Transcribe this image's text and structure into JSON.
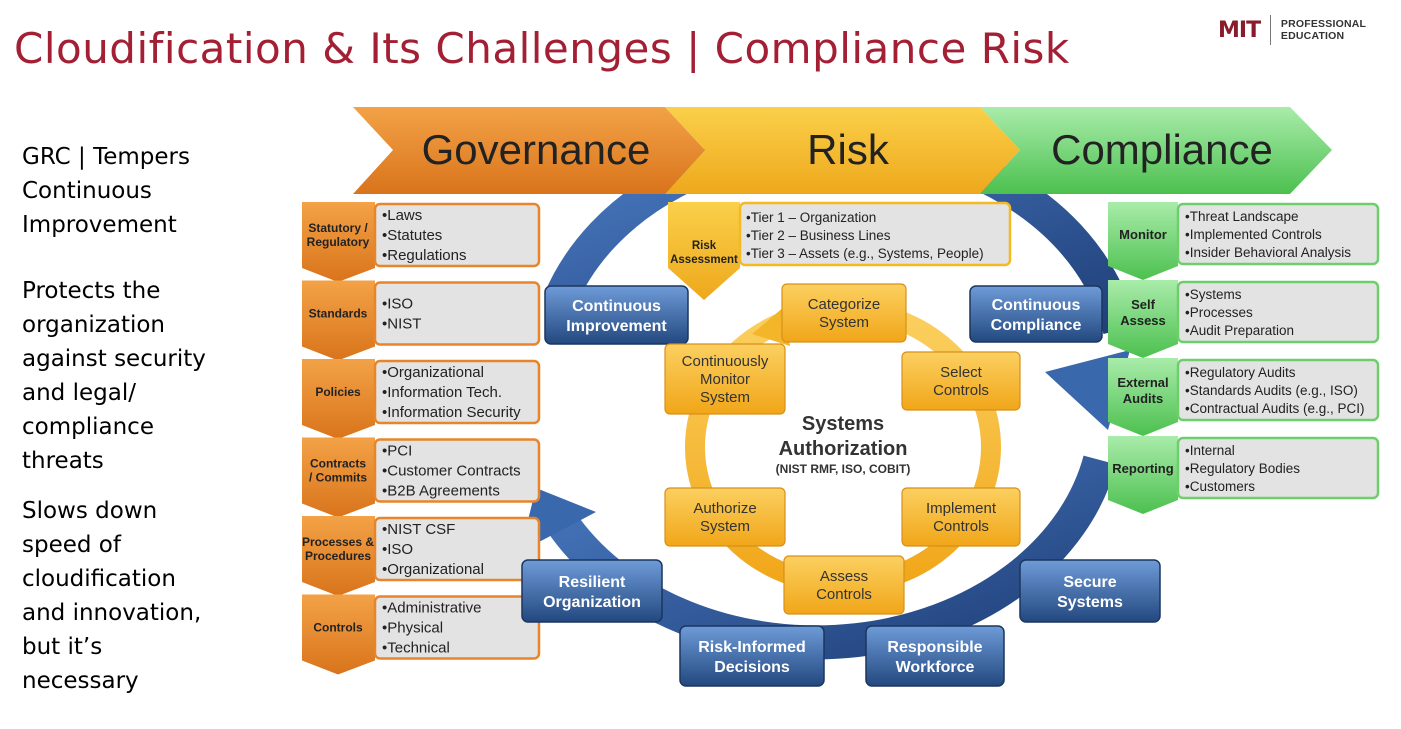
{
  "slide_title": "Cloudification & Its Challenges | Compliance Risk",
  "logo": {
    "mark": "MIT",
    "text": "PROFESSIONAL EDUCATION"
  },
  "sidebar": {
    "heading_lines": [
      "GRC | Tempers",
      "Continuous",
      "Improvement"
    ],
    "para1_lines": [
      "Protects the",
      "organization",
      "against security",
      "and legal/",
      "compliance",
      "threats"
    ],
    "para2_lines": [
      "Slows down",
      "speed of",
      "cloudification",
      "and innovation,",
      "but it’s",
      "necessary"
    ]
  },
  "banners": [
    "Governance",
    "Risk",
    "Compliance"
  ],
  "governance": [
    {
      "label": [
        "Statutory /",
        "Regulatory"
      ],
      "items": [
        "Laws",
        "Statutes",
        "Regulations"
      ]
    },
    {
      "label": [
        "Standards"
      ],
      "items": [
        "ISO",
        "NIST"
      ]
    },
    {
      "label": [
        "Policies"
      ],
      "items": [
        "Organizational",
        "Information Tech.",
        "Information Security"
      ]
    },
    {
      "label": [
        "Contracts",
        "/ Commits"
      ],
      "items": [
        "PCI",
        "Customer Contracts",
        "B2B Agreements"
      ]
    },
    {
      "label": [
        "Processes &",
        "Procedures"
      ],
      "items": [
        "NIST CSF",
        "ISO",
        "Organizational"
      ]
    },
    {
      "label": [
        "Controls"
      ],
      "items": [
        "Administrative",
        "Physical",
        "Technical"
      ]
    }
  ],
  "risk": {
    "label": [
      "Risk",
      "Assessment"
    ],
    "items": [
      "Tier 1 – Organization",
      "Tier 2 – Business Lines",
      "Tier 3 – Assets (e.g., Systems, People)"
    ]
  },
  "compliance": [
    {
      "label": [
        "Monitor"
      ],
      "items": [
        "Threat Landscape",
        "Implemented Controls",
        "Insider Behavioral Analysis"
      ]
    },
    {
      "label": [
        "Self",
        "Assess"
      ],
      "items": [
        "Systems",
        "Processes",
        "Audit Preparation"
      ]
    },
    {
      "label": [
        "External",
        "Audits"
      ],
      "items": [
        "Regulatory Audits",
        "Standards Audits (e.g., ISO)",
        "Contractual Audits (e.g., PCI)"
      ]
    },
    {
      "label": [
        "Reporting"
      ],
      "items": [
        "Internal",
        "Regulatory Bodies",
        "Customers"
      ]
    }
  ],
  "outer_cycle": [
    {
      "lines": [
        "Continuous",
        "Improvement"
      ]
    },
    {
      "lines": [
        "Continuous",
        "Compliance"
      ]
    },
    {
      "lines": [
        "Secure",
        "Systems"
      ]
    },
    {
      "lines": [
        "Responsible",
        "Workforce"
      ]
    },
    {
      "lines": [
        "Risk-Informed",
        "Decisions"
      ]
    },
    {
      "lines": [
        "Resilient",
        "Organization"
      ]
    }
  ],
  "inner_cycle": [
    {
      "lines": [
        "Categorize",
        "System"
      ]
    },
    {
      "lines": [
        "Select",
        "Controls"
      ]
    },
    {
      "lines": [
        "Implement",
        "Controls"
      ]
    },
    {
      "lines": [
        "Assess",
        "Controls"
      ]
    },
    {
      "lines": [
        "Authorize",
        "System"
      ]
    },
    {
      "lines": [
        "Continuously",
        "Monitor",
        "System"
      ]
    }
  ],
  "center": {
    "line1": "Systems",
    "line2": "Authorization",
    "sub": "(NIST RMF, ISO, COBIT)"
  },
  "colors": {
    "title": "#a31f34",
    "orange": "#e8852a",
    "yellow": "#f5b923",
    "green": "#6ccf6a",
    "blue": "#2f5a9c",
    "item_box": "#e3e3e3"
  }
}
